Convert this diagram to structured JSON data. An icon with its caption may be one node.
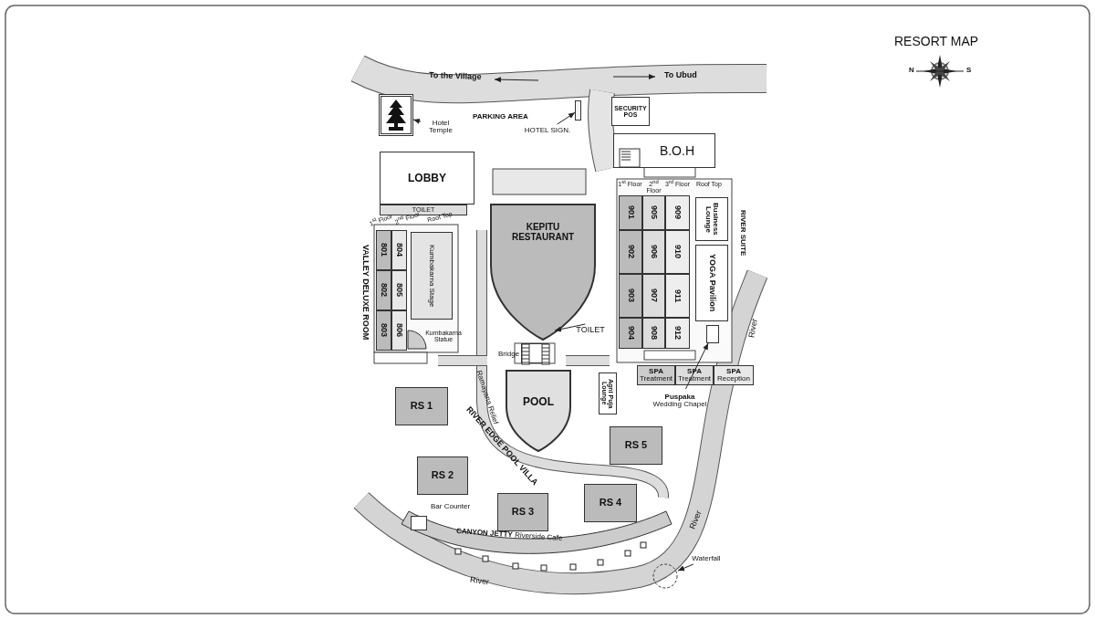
{
  "diagram": {
    "title": "RESORT MAP",
    "nodes": [
      {
        "text": [],
        "shape": "picture"
      },
      {
        "text": [
          "Hotel Temple"
        ]
      },
      {
        "text": [],
        "shape": "bar"
      },
      {
        "text": [
          "HOTEL SIGN."
        ]
      },
      {
        "text": [
          "SECURITY POS"
        ]
      },
      {
        "text": [
          "B.O.H"
        ]
      },
      {
        "text": [
          "LOBBY"
        ]
      },
      {
        "text": [
          "TOILET"
        ]
      },
      {
        "text": [
          "KEPITU RESTAURANT"
        ]
      },
      {
        "text": [
          "801"
        ]
      },
      {
        "text": [
          "802"
        ]
      },
      {
        "text": [
          "803"
        ]
      },
      {
        "text": [
          "804"
        ]
      },
      {
        "text": [
          "805"
        ]
      },
      {
        "text": [
          "806"
        ]
      },
      {
        "text": [
          "Kumbakarna Stage"
        ]
      },
      {
        "text": [
          "Kumbakarna Statue"
        ]
      },
      {
        "text": [
          "901"
        ]
      },
      {
        "text": [
          "902"
        ]
      },
      {
        "text": [
          "903"
        ]
      },
      {
        "text": [
          "904"
        ]
      },
      {
        "text": [
          "905"
        ]
      },
      {
        "text": [
          "906"
        ]
      },
      {
        "text": [
          "907"
        ]
      },
      {
        "text": [
          "908"
        ]
      },
      {
        "text": [
          "909"
        ]
      },
      {
        "text": [
          "910"
        ]
      },
      {
        "text": [
          "911"
        ]
      },
      {
        "text": [
          "912"
        ]
      },
      {
        "text": [
          "Business Lounge"
        ]
      },
      {
        "text": [
          "YOGA Pavilion"
        ]
      },
      {
        "text": [
          "TOILET"
        ]
      },
      {
        "text": [
          "SPA",
          "Treatment"
        ]
      },
      {
        "text": [
          "SPA",
          "Treatment"
        ]
      },
      {
        "text": [
          "SPA",
          "Reception"
        ]
      },
      {
        "text": [],
        "shape": "box"
      },
      {
        "text": [
          "Puspaka",
          "Wedding Chapel"
        ]
      },
      {
        "text": [
          "POOL"
        ]
      },
      {
        "text": [
          "Agni Puja Lounge"
        ]
      },
      {
        "text": [
          "RS 1"
        ]
      },
      {
        "text": [
          "RS 2"
        ]
      },
      {
        "text": [
          "RS 3"
        ]
      },
      {
        "text": [
          "RS 4"
        ]
      },
      {
        "text": [
          "RS 5"
        ]
      },
      {
        "text": [],
        "shape": "box",
        "beside": [
          "Bar Counter"
        ],
        "in": 45
      },
      {
        "text": [
          "**CANYON JETTY** Riverside Cafe"
        ]
      },
      {
        "text": [],
        "shape": "circle"
      },
      {
        "text": [
          "Waterfall"
        ]
      },
      {
        "text": [],
        "shape": "box",
        "beside": [
          "Bridge"
        ]
      }
    ],
    "edges": [
      {
        "from": 1,
        "to": 0,
        "arrow": "to"
      },
      {
        "from": 3,
        "to": 2,
        "arrow": "to"
      },
      {
        "from": 36,
        "to": 35,
        "arrow": "to"
      },
      {
        "from": 47,
        "to": 46,
        "arrow": "to"
      },
      {
        "from": 31,
        "to": 8,
        "arrow": "to"
      }
    ],
    "labels": [
      "To the Village",
      "To Ubud",
      "PARKING AREA",
      "1$^{st}$ Floor",
      "2$^{nd}$ Floor",
      "Roof Top",
      "VALLEY DELUXE ROOM",
      "1$^{st}$ Floor",
      "2$^{nd}$ Floor",
      "3$^{rd}$ Floor",
      "Roof Top",
      "RIVER SUITE",
      "Ramayana Relief",
      "RIVER EDGE POOL VILLA",
      "River",
      "River",
      "River",
      "N",
      "S"
    ]
  }
}
